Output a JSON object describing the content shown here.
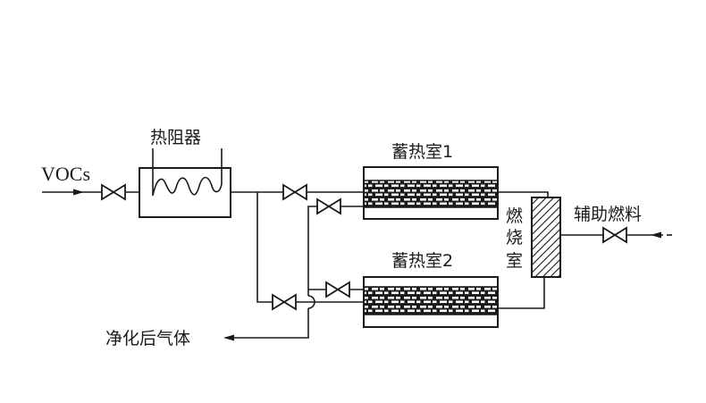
{
  "title": "蓄热式热力焚烧炉 (RTO) 工艺流程示意",
  "labels": {
    "inlet": "VOCs",
    "heater": "热阻器",
    "chamber1": "蓄热室1",
    "chamber2": "蓄热室2",
    "combustion": [
      "燃",
      "烧",
      "室"
    ],
    "aux_fuel": "辅助燃料",
    "outlet": "净化后气体"
  },
  "components": [
    {
      "id": "inlet-valve",
      "type": "valve"
    },
    {
      "id": "heater",
      "type": "heater-coil"
    },
    {
      "id": "valve-chamber1-in",
      "type": "valve"
    },
    {
      "id": "valve-chamber1-out",
      "type": "valve"
    },
    {
      "id": "valve-chamber2-in",
      "type": "valve"
    },
    {
      "id": "valve-chamber2-out",
      "type": "valve"
    },
    {
      "id": "regenerator-1",
      "type": "regenerative-bed"
    },
    {
      "id": "regenerator-2",
      "type": "regenerative-bed"
    },
    {
      "id": "combustion-chamber",
      "type": "hatched-chamber"
    },
    {
      "id": "aux-fuel-valve",
      "type": "valve"
    }
  ],
  "colors": {
    "line": "#1a1a1a",
    "background": "#ffffff"
  }
}
